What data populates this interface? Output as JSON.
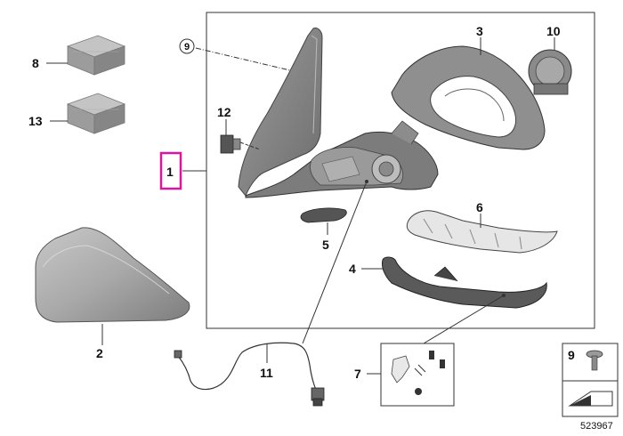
{
  "diagram": {
    "labels": {
      "p1": "1",
      "p2": "2",
      "p3": "3",
      "p4": "4",
      "p5": "5",
      "p6": "6",
      "p7": "7",
      "p8": "8",
      "p9": "9",
      "p10": "10",
      "p11": "11",
      "p12": "12",
      "p13": "13"
    },
    "legend_number": "9",
    "diagram_id": "523967",
    "colors": {
      "highlight": "#e0149c",
      "part_gray": "#9a9a9a",
      "line": "#333333"
    }
  }
}
